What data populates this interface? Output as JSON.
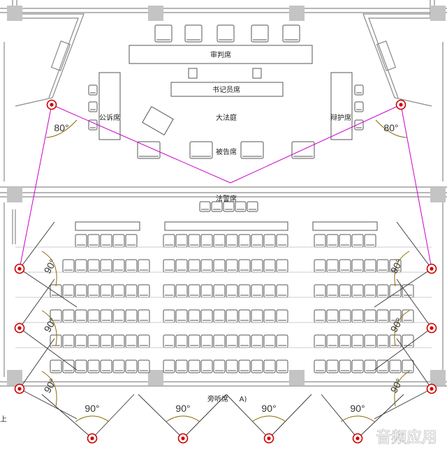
{
  "labels": {
    "judges": "审判席",
    "clerk": "书记员席",
    "prosecution": "公诉席",
    "defense": "辩护席",
    "court": "大法庭",
    "defendant": "被告席",
    "bailiff": "法警席",
    "gallery": "旁听席",
    "gallery_suffix": "A)",
    "edge_char": "上"
  },
  "angles": {
    "top_left": "80°",
    "top_right": "80°",
    "side": "90°",
    "bottom": "90°"
  },
  "watermark": "音频应用",
  "colors": {
    "wall": "#808080",
    "furniture": "#606060",
    "coverage": "#cc00cc",
    "arc": "#8a6a00",
    "speaker": "#cc0000",
    "pillar": "#c4c4c4"
  }
}
